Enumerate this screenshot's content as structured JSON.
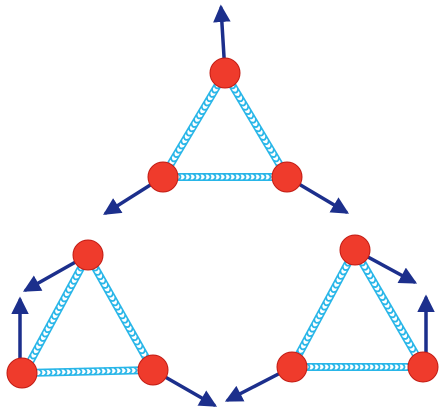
{
  "colors": {
    "background": "#ffffff",
    "spring": "#29b6e8",
    "atom": "#ef3b2c",
    "atom_edge": "#c21c14",
    "arrow": "#1c2f8c"
  },
  "diagram": {
    "kind": "vibrational-normal-modes",
    "molecules": [
      {
        "name": "top",
        "atoms": 3,
        "springs": 3,
        "arrows": 3
      },
      {
        "name": "bottom-left",
        "atoms": 3,
        "springs": 3,
        "arrows": 3
      },
      {
        "name": "bottom-right",
        "atoms": 3,
        "springs": 3,
        "arrows": 3
      }
    ]
  }
}
